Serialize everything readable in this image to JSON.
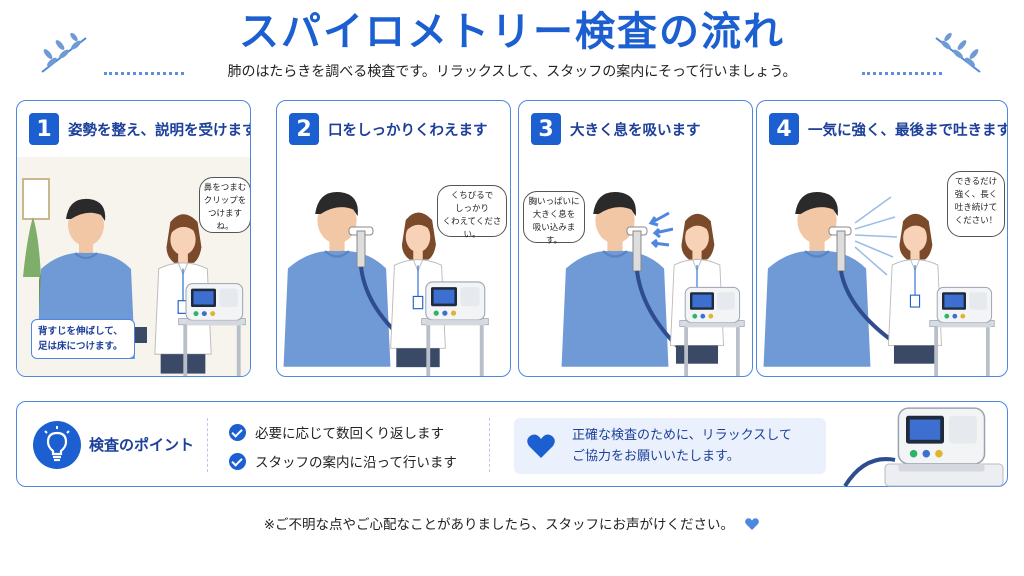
{
  "title": "スパイロメトリー検査の流れ",
  "subtitle": "肺のはたらきを調べる検査です。リラックスして、スタッフの案内にそって行いましょう。",
  "steps": [
    {
      "num": "1",
      "title": "姿勢を整え、説明を受けます",
      "bubble": [
        "鼻をつまむ",
        "クリップを",
        "つけますね。"
      ],
      "note": [
        "背すじを伸ばして、",
        "足は床につけます。"
      ]
    },
    {
      "num": "2",
      "title": "口をしっかりくわえます",
      "bubble": [
        "くちびるで",
        "しっかり",
        "くわえてください。"
      ]
    },
    {
      "num": "3",
      "title": "大きく息を吸います",
      "bubble": [
        "胸いっぱいに",
        "大きく息を",
        "吸い込みます。"
      ]
    },
    {
      "num": "4",
      "title": "一気に強く、最後まで吐きます",
      "bubble": [
        "できるだけ",
        "強く、長く",
        "吐き続けて",
        "ください！"
      ]
    }
  ],
  "tips": {
    "label": "検査のポイント",
    "points": [
      "必要に応じて数回くり返します",
      "スタッフの案内に沿って行います"
    ],
    "message": [
      "正確な検査のために、リラックスして",
      "ご協力をお願いいたします。"
    ]
  },
  "footer": "※ご不明な点やご心配なことがありましたら、スタッフにお声がけください。",
  "colors": {
    "primary": "#1c5fd0",
    "border": "#4f86e0",
    "shirt": "#6f9ad6",
    "light": "#eaf1fd"
  }
}
